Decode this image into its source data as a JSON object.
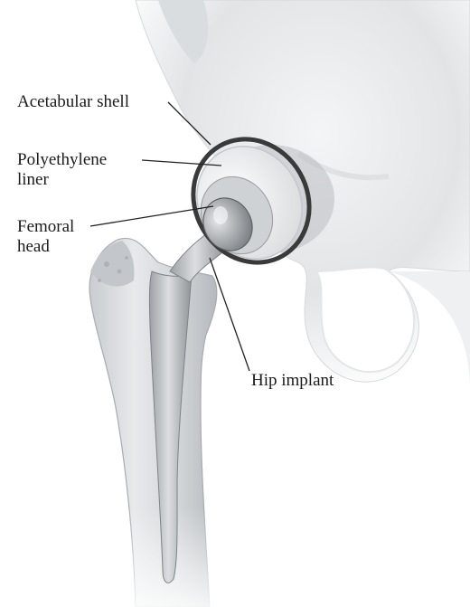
{
  "labels": {
    "acetabular_shell": "Acetabular shell",
    "polyethylene_liner": [
      "Polyethylene",
      "liner"
    ],
    "femoral_head": [
      "Femoral",
      "head"
    ],
    "hip_implant": "Hip implant"
  },
  "colors": {
    "background": "#ffffff",
    "bone": "#d3d6d9",
    "bone_shadow": "#a9adb1",
    "implant_metal": "#b9bcbf",
    "shell_ring": "#3a3a3a",
    "liner": "#eeeeec",
    "leader_line": "#222222",
    "text": "#1a1a1a"
  }
}
